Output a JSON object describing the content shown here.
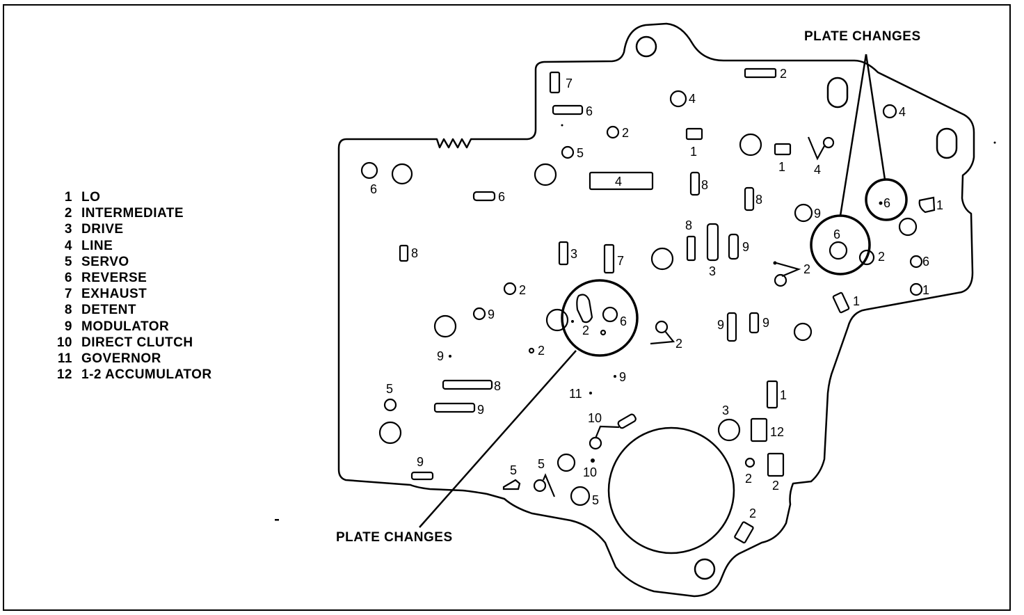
{
  "legend": [
    {
      "num": "1",
      "label": "LO"
    },
    {
      "num": "2",
      "label": "INTERMEDIATE"
    },
    {
      "num": "3",
      "label": "DRIVE"
    },
    {
      "num": "4",
      "label": "LINE"
    },
    {
      "num": "5",
      "label": "SERVO"
    },
    {
      "num": "6",
      "label": "REVERSE"
    },
    {
      "num": "7",
      "label": "EXHAUST"
    },
    {
      "num": "8",
      "label": "DETENT"
    },
    {
      "num": "9",
      "label": "MODULATOR"
    },
    {
      "num": "10",
      "label": "DIRECT CLUTCH"
    },
    {
      "num": "11",
      "label": "GOVERNOR"
    },
    {
      "num": "12",
      "label": "1-2 ACCUMULATOR"
    }
  ],
  "callouts": {
    "top": "PLATE CHANGES",
    "bottom": "PLATE CHANGES"
  },
  "port_labels": {
    "l7a": "7",
    "l6a": "6",
    "l2a": "2",
    "l4a": "4",
    "l2b": "2",
    "l5a": "5",
    "l1a": "1",
    "l1b": "1",
    "l4b": "4",
    "l4c": "4",
    "l6b": "6",
    "l6c": "6",
    "l8a": "8",
    "l8b": "8",
    "l9a": "9",
    "l6d": "6",
    "l1c": "1",
    "l8c": "8",
    "l8d": "8",
    "l3a": "3",
    "l7b": "7",
    "l3b": "3",
    "l9b": "9",
    "l2c": "2",
    "l2d": "2",
    "l6e": "6",
    "l1d": "1",
    "l2e": "2",
    "l9c": "9",
    "l2f": "2",
    "l6f": "6",
    "l2g": "2",
    "l9d": "9",
    "l9e": "9",
    "l1e": "1",
    "l9f": "9",
    "l2h": "2",
    "l9g": "9",
    "l11": "11",
    "l8e": "8",
    "l9h": "9",
    "l5b": "5",
    "l1f": "1",
    "l3c": "3",
    "l12": "12",
    "l10a": "10",
    "l9i": "9",
    "l5c": "5",
    "l5d": "5",
    "l10b": "10",
    "l2i": "2",
    "l2j": "2",
    "l5e": "5",
    "l2k": "2"
  }
}
